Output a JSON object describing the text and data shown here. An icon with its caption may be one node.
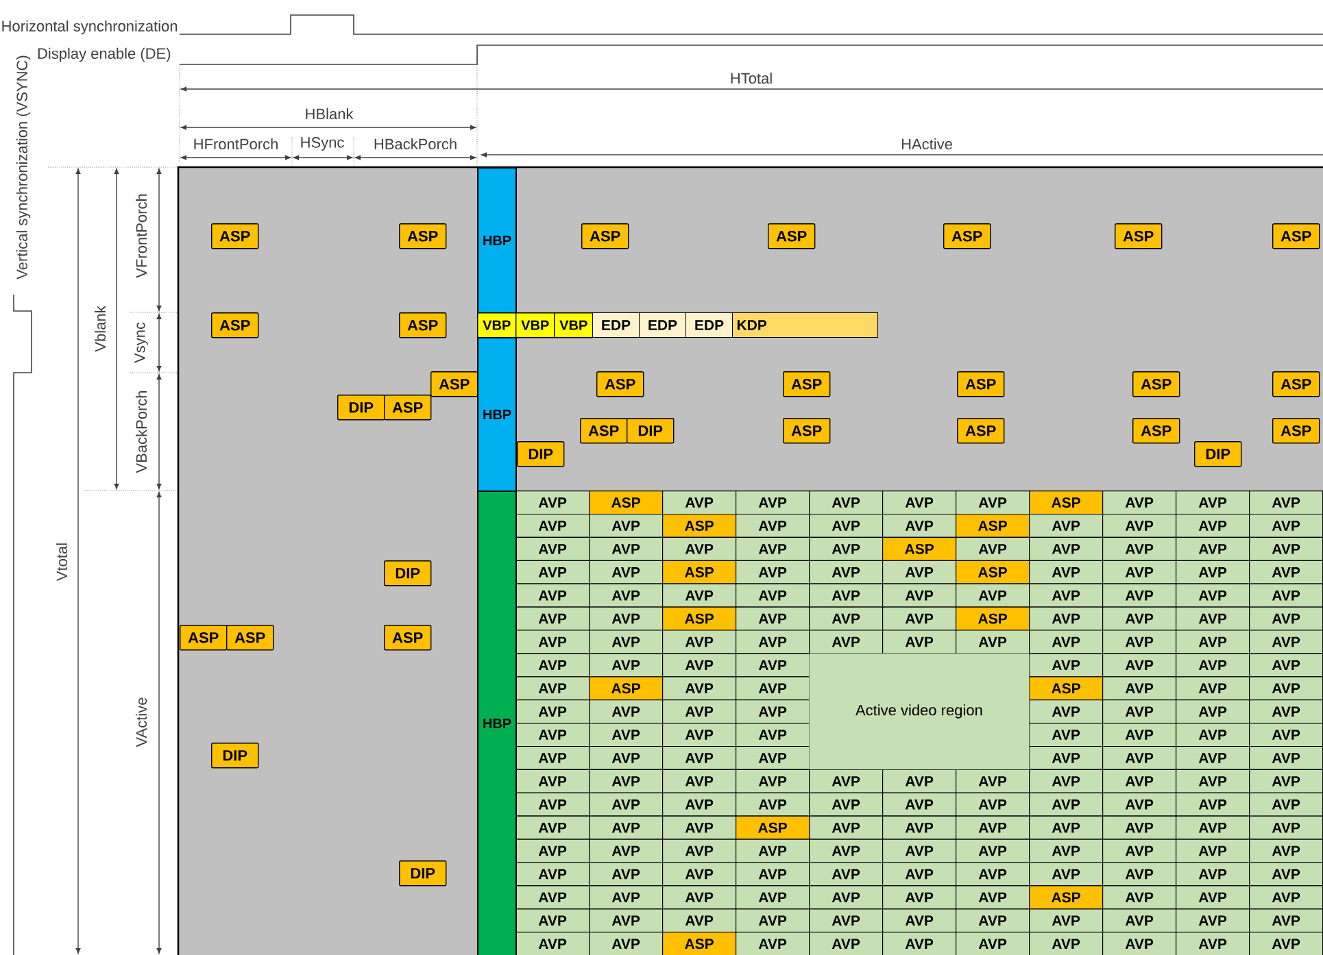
{
  "diagram": {
    "nodes": [
      {
        "text": [
          "ASP"
        ]
      },
      {
        "text": [
          "ASP"
        ]
      },
      {
        "text": [
          "HBP"
        ]
      },
      {
        "text": [
          "ASP"
        ]
      },
      {
        "text": [
          "ASP"
        ]
      },
      {
        "text": [
          "ASP"
        ]
      },
      {
        "text": [
          "ASP"
        ]
      },
      {
        "text": [
          "ASP"
        ]
      },
      {
        "text": [
          "ASP"
        ]
      },
      {
        "text": [
          "ASP"
        ]
      },
      {
        "text": [
          "VBP"
        ]
      },
      {
        "text": [
          "VBP"
        ]
      },
      {
        "text": [
          "VBP"
        ]
      },
      {
        "text": [
          "EDP"
        ]
      },
      {
        "text": [
          "EDP"
        ]
      },
      {
        "text": [
          "EDP"
        ]
      },
      {
        "text": [
          "KDP"
        ]
      },
      {
        "text": [
          "ASP"
        ]
      },
      {
        "text": [
          "HBP"
        ]
      },
      {
        "text": [
          "ASP"
        ]
      },
      {
        "text": [
          "ASP"
        ]
      },
      {
        "text": [
          "ASP"
        ]
      },
      {
        "text": [
          "ASP"
        ]
      },
      {
        "text": [
          "ASP"
        ]
      },
      {
        "text": [
          "DIP"
        ]
      },
      {
        "text": [
          "ASP"
        ]
      },
      {
        "text": [
          "ASP"
        ]
      },
      {
        "text": [
          "DIP"
        ]
      },
      {
        "text": [
          "ASP"
        ]
      },
      {
        "text": [
          "ASP"
        ]
      },
      {
        "text": [
          "ASP"
        ]
      },
      {
        "text": [
          "ASP"
        ]
      },
      {
        "text": [
          "DIP"
        ]
      },
      {
        "text": [
          "DIP"
        ]
      },
      {
        "text": [
          "HBP"
        ]
      },
      {
        "text": [
          "DIP"
        ]
      },
      {
        "text": [
          "ASP"
        ]
      },
      {
        "text": [
          "ASP"
        ]
      },
      {
        "text": [
          "ASP"
        ]
      },
      {
        "text": [
          "Active video region"
        ]
      },
      {
        "text": [
          "DIP"
        ]
      },
      {
        "text": [
          "DIP"
        ]
      }
    ],
    "labels": [
      "Horizontal synchronization",
      "Display enable (DE)",
      "HTotal",
      "HBlank",
      "HFrontPorch",
      "HSync",
      "HBackPorch",
      "HActive",
      "Vertical synchronization (VSYNC)",
      "VFrontPorch",
      "Vblank",
      "Vsync",
      "VBackPorch",
      "Vtotal",
      "VActive",
      "AVP",
      "ASP",
      "AVP",
      "AVP",
      "AVP",
      "AVP",
      "AVP",
      "ASP",
      "AVP",
      "AVP",
      "AVP",
      "AVP",
      "AVP",
      "ASP",
      "AVP",
      "AVP",
      "AVP",
      "ASP",
      "AVP",
      "AVP",
      "AVP",
      "AVP",
      "AVP",
      "AVP",
      "AVP",
      "AVP",
      "AVP",
      "ASP",
      "AVP",
      "AVP",
      "AVP",
      "AVP",
      "AVP",
      "AVP",
      "AVP",
      "ASP",
      "AVP",
      "AVP",
      "AVP",
      "ASP",
      "AVP",
      "AVP",
      "AVP",
      "AVP",
      "AVP",
      "AVP",
      "AVP",
      "AVP",
      "AVP",
      "AVP",
      "AVP",
      "AVP",
      "AVP",
      "AVP",
      "AVP",
      "AVP",
      "AVP",
      "ASP",
      "AVP",
      "AVP",
      "AVP",
      "ASP",
      "AVP",
      "AVP",
      "AVP",
      "AVP",
      "AVP",
      "AVP",
      "AVP",
      "AVP",
      "AVP",
      "AVP",
      "AVP",
      "AVP",
      "AVP",
      "AVP",
      "AVP",
      "AVP",
      "AVP",
      "AVP",
      "AVP",
      "AVP",
      "AVP",
      "AVP",
      "AVP",
      "AVP",
      "ASP",
      "AVP",
      "AVP",
      "ASP",
      "AVP",
      "AVP",
      "AVP",
      "AVP",
      "AVP",
      "AVP",
      "AVP",
      "AVP",
      "AVP",
      "AVP",
      "AVP",
      "AVP",
      "AVP",
      "AVP",
      "AVP",
      "AVP",
      "AVP",
      "AVP",
      "AVP",
      "AVP",
      "AVP",
      "AVP",
      "AVP",
      "AVP",
      "AVP",
      "AVP",
      "AVP",
      "AVP",
      "AVP",
      "AVP",
      "AVP",
      "AVP",
      "AVP",
      "AVP",
      "AVP",
      "AVP",
      "AVP",
      "AVP",
      "AVP",
      "AVP",
      "AVP",
      "AVP",
      "AVP",
      "AVP",
      "AVP",
      "AVP",
      "AVP",
      "AVP",
      "AVP",
      "AVP",
      "AVP",
      "AVP",
      "ASP",
      "AVP",
      "AVP",
      "AVP",
      "AVP",
      "AVP",
      "AVP",
      "AVP",
      "AVP",
      "AVP",
      "AVP",
      "AVP",
      "AVP",
      "AVP",
      "AVP",
      "AVP",
      "AVP",
      "AVP",
      "AVP",
      "AVP",
      "AVP",
      "AVP",
      "AVP",
      "AVP",
      "AVP",
      "AVP",
      "AVP",
      "AVP",
      "AVP",
      "AVP",
      "AVP",
      "AVP",
      "AVP",
      "AVP",
      "AVP",
      "AVP",
      "AVP",
      "ASP",
      "AVP",
      "AVP",
      "AVP",
      "AVP",
      "AVP",
      "AVP",
      "AVP",
      "AVP",
      "AVP",
      "AVP",
      "AVP",
      "AVP",
      "AVP",
      "AVP",
      "AVP",
      "AVP",
      "ASP",
      "AVP",
      "AVP",
      "AVP",
      "AVP",
      "AVP",
      "AVP",
      "AVP",
      "AVP"
    ]
  }
}
